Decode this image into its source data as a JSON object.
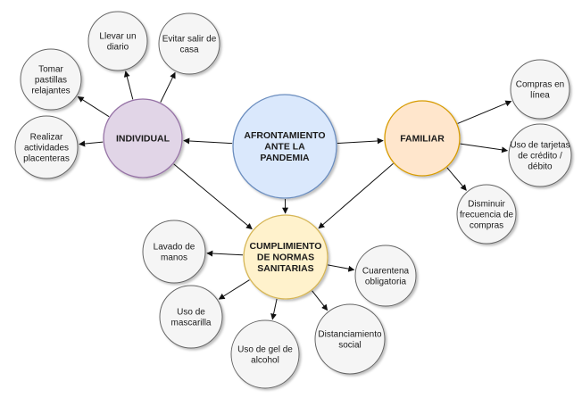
{
  "center": {
    "lines": [
      "AFRONTAMIENTO",
      "ANTE LA",
      "PANDEMIA"
    ],
    "fill": "#dae8fc",
    "stroke": "#6c8ebf"
  },
  "individual": {
    "lines": [
      "INDIVIDUAL"
    ],
    "fill": "#e1d5e7",
    "stroke": "#9673a6"
  },
  "familiar": {
    "lines": [
      "FAMILIAR"
    ],
    "fill": "#ffe6cc",
    "stroke": "#d79b00"
  },
  "cumplimiento": {
    "lines": [
      "CUMPLIMIENTO",
      "DE NORMAS",
      "SANITARIAS"
    ],
    "fill": "#fff2cc",
    "stroke": "#d6b656"
  },
  "leaves": {
    "diario": [
      "Llevar un",
      "diario"
    ],
    "casa": [
      "Evitar salir de",
      "casa"
    ],
    "pastillas": [
      "Tomar",
      "pastillas",
      "relajantes"
    ],
    "actividades": [
      "Realizar",
      "actividades",
      "placenteras"
    ],
    "compras": [
      "Compras en",
      "línea"
    ],
    "tarjetas": [
      "Uso de tarjetas",
      "de crédito /",
      "débito"
    ],
    "frecuencia": [
      "Disminuir",
      "frecuencia de",
      "compras"
    ],
    "lavado": [
      "Lavado de",
      "manos"
    ],
    "mascarilla": [
      "Uso de",
      "mascarilla"
    ],
    "gel": [
      "Uso de gel de",
      "alcohol"
    ],
    "distanciamiento": [
      "Distanciamiento",
      "social"
    ],
    "cuarentena": [
      "Cuarentena",
      "obligatoria"
    ]
  },
  "leaf_style": {
    "fill": "#f5f5f5",
    "stroke": "#666666"
  }
}
